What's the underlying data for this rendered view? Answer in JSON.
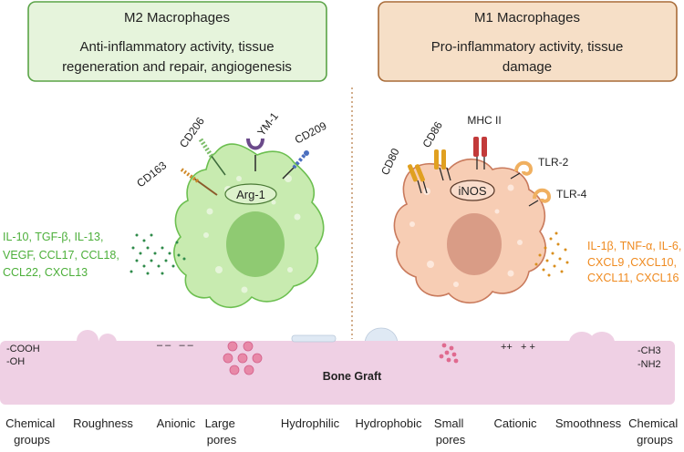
{
  "m2_box": {
    "title": "M2 Macrophages",
    "desc_line1": "Anti-inflammatory activity, tissue",
    "desc_line2": "regeneration and repair, angiogenesis"
  },
  "m1_box": {
    "title": "M1 Macrophages",
    "desc_line1": "Pro-inflammatory activity, tissue",
    "desc_line2": "damage"
  },
  "m2_cell": {
    "receptors": [
      "CD163",
      "CD206",
      "YM-1",
      "CD209"
    ],
    "marker": "Arg-1",
    "cytokines": [
      "IL-10, TGF-β, IL-13,",
      "VEGF, CCL17, CCL18,",
      "CCL22, CXCL13"
    ]
  },
  "m1_cell": {
    "receptors": [
      "CD80",
      "CD86",
      "MHC II",
      "TLR-2",
      "TLR-4"
    ],
    "marker": "iNOS",
    "cytokines": [
      "IL-1β, TNF-α, IL-6,",
      "CXCL9 ,CXCL10,",
      "CXCL11, CXCL16"
    ]
  },
  "graft": {
    "label": "Bone Graft",
    "left_groups": [
      "-COOH",
      "-OH"
    ],
    "right_groups": [
      "-CH3",
      "-NH2"
    ],
    "anionic_marks": "– –   – –",
    "cationic_marks": "++   + +"
  },
  "properties": [
    [
      "Chemical",
      "groups"
    ],
    [
      "Roughness"
    ],
    [
      "Anionic"
    ],
    [
      "Large",
      "pores"
    ],
    [
      "Hydrophilic"
    ],
    [
      "Hydrophobic"
    ],
    [
      "Small",
      "pores"
    ],
    [
      "Cationic"
    ],
    [
      "Smoothness"
    ],
    [
      "Chemical",
      "groups"
    ]
  ],
  "colors": {
    "m2_box_fill": "#e6f4dc",
    "m2_box_stroke": "#5aa347",
    "m1_box_fill": "#f6dfc7",
    "m1_box_stroke": "#a86b38",
    "m2_cell": "#c8ebb0",
    "m1_cell": "#f7cdb4",
    "m2_text": "#4caf3a",
    "m1_text": "#ef8a1f",
    "graft": "#efd0e4"
  }
}
